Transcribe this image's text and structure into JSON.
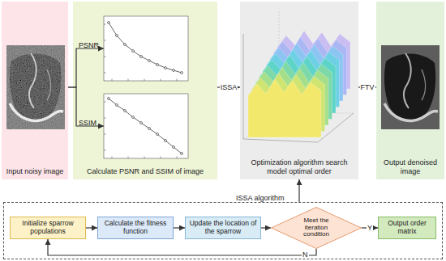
{
  "diagram": {
    "nodes": [
      {
        "text": [
          "Input noisy image"
        ]
      },
      {
        "text": [
          "Calculate PSNR and SSIM of image"
        ]
      },
      {
        "text": [
          "PSNR"
        ],
        "in": 1
      },
      {
        "text": [
          "SSIM"
        ],
        "in": 1
      },
      {
        "text": [
          "Optimization algorithm search model optimal order"
        ]
      },
      {
        "text": [
          "Output denoised image"
        ]
      },
      {
        "text": [
          "ISSA algorithm"
        ]
      },
      {
        "text": [
          "Initialize sparrow populations"
        ],
        "in": 6
      },
      {
        "text": [
          "Calculate the fitness function"
        ],
        "in": 6
      },
      {
        "text": [
          "Update the location of the sparrow"
        ],
        "in": 6
      },
      {
        "text": [
          "Meet the iteration condition"
        ],
        "in": 6
      },
      {
        "text": [
          "Output order matrix"
        ],
        "in": 6
      }
    ],
    "edges": [
      {
        "from": 0,
        "to": 2,
        "arrow": "to"
      },
      {
        "from": 0,
        "to": 3,
        "arrow": "to"
      },
      {
        "from": 1,
        "to": 4,
        "label": "ISSA",
        "arrow": "to"
      },
      {
        "from": 4,
        "to": 5,
        "label": "FTV",
        "arrow": "to"
      },
      {
        "from": 6,
        "to": 4,
        "arrow": "to"
      },
      {
        "from": 7,
        "to": 8,
        "arrow": "to"
      },
      {
        "from": 8,
        "to": 9,
        "arrow": "to"
      },
      {
        "from": 9,
        "to": 10,
        "arrow": "to"
      },
      {
        "from": 10,
        "to": 11,
        "label": "Y",
        "arrow": "to"
      },
      {
        "from": 10,
        "to": 7,
        "label": "N",
        "arrow": "to"
      }
    ]
  }
}
